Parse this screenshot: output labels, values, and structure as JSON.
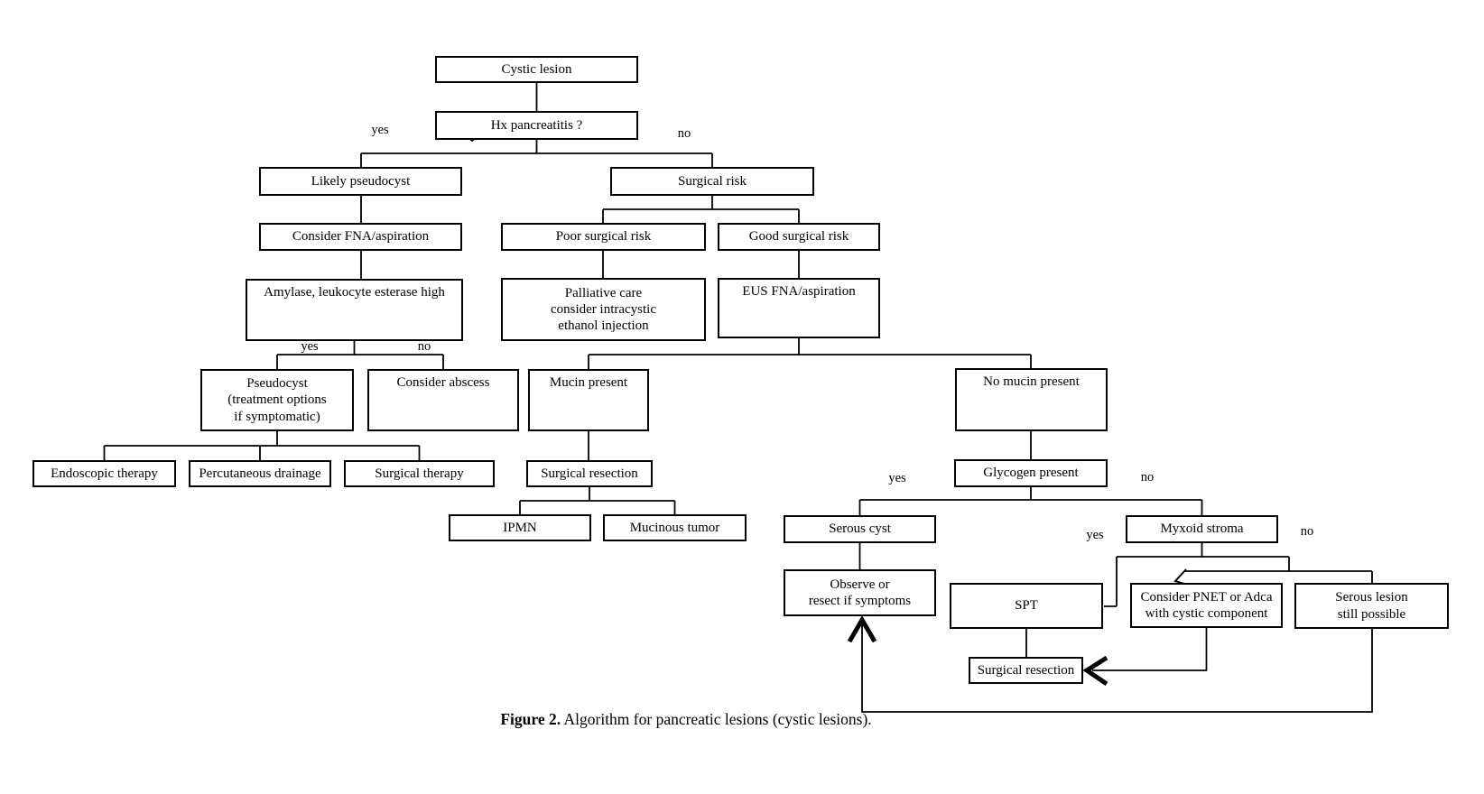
{
  "diagram": {
    "nodes": {
      "cystic_lesion": {
        "label": "Cystic lesion"
      },
      "hx_pancreatitis": {
        "label": "Hx pancreatitis ?"
      },
      "likely_pseudocyst": {
        "label": "Likely pseudocyst"
      },
      "surgical_risk": {
        "label": "Surgical risk"
      },
      "consider_fna": {
        "label": "Consider FNA/aspiration"
      },
      "poor_surgical_risk": {
        "label": "Poor surgical risk"
      },
      "good_surgical_risk": {
        "label": "Good surgical risk"
      },
      "amylase_high": {
        "label": "Amylase, leukocyte esterase high"
      },
      "palliative_care": {
        "label": "Palliative care\nconsider intracystic\nethanol injection"
      },
      "eus_fna": {
        "label": "EUS FNA/aspiration"
      },
      "pseudocyst_treatment": {
        "label": "Pseudocyst\n(treatment options\nif symptomatic)"
      },
      "consider_abscess": {
        "label": "Consider abscess"
      },
      "mucin_present": {
        "label": "Mucin present"
      },
      "no_mucin_present": {
        "label": "No mucin present"
      },
      "endoscopic_therapy": {
        "label": "Endoscopic therapy"
      },
      "percutaneous_drainage": {
        "label": "Percutaneous drainage"
      },
      "surgical_therapy": {
        "label": "Surgical therapy"
      },
      "surgical_resection_mucin": {
        "label": "Surgical resection"
      },
      "ipmn": {
        "label": "IPMN"
      },
      "mucinous_tumor": {
        "label": "Mucinous tumor"
      },
      "glycogen_present": {
        "label": "Glycogen present"
      },
      "serous_cyst": {
        "label": "Serous cyst"
      },
      "myxoid_stroma": {
        "label": "Myxoid stroma"
      },
      "observe_or_resect": {
        "label": "Observe or\nresect if symptoms"
      },
      "spt": {
        "label": "SPT"
      },
      "consider_pnet": {
        "label": "Consider PNET or Adca\nwith cystic component"
      },
      "serous_lesion_possible": {
        "label": "Serous lesion\nstill possible"
      },
      "surgical_resection_spt": {
        "label": "Surgical resection"
      }
    },
    "edge_labels": {
      "hx_yes": "yes",
      "hx_no": "no",
      "amylase_yes": "yes",
      "amylase_no": "no",
      "glycogen_yes": "yes",
      "glycogen_no": "no",
      "myxoid_yes": "yes",
      "myxoid_no": "no"
    },
    "line_color": "#000000"
  },
  "caption": {
    "figure_label": "Figure 2.",
    "text": " Algorithm for pancreatic lesions (cystic lesions)."
  }
}
